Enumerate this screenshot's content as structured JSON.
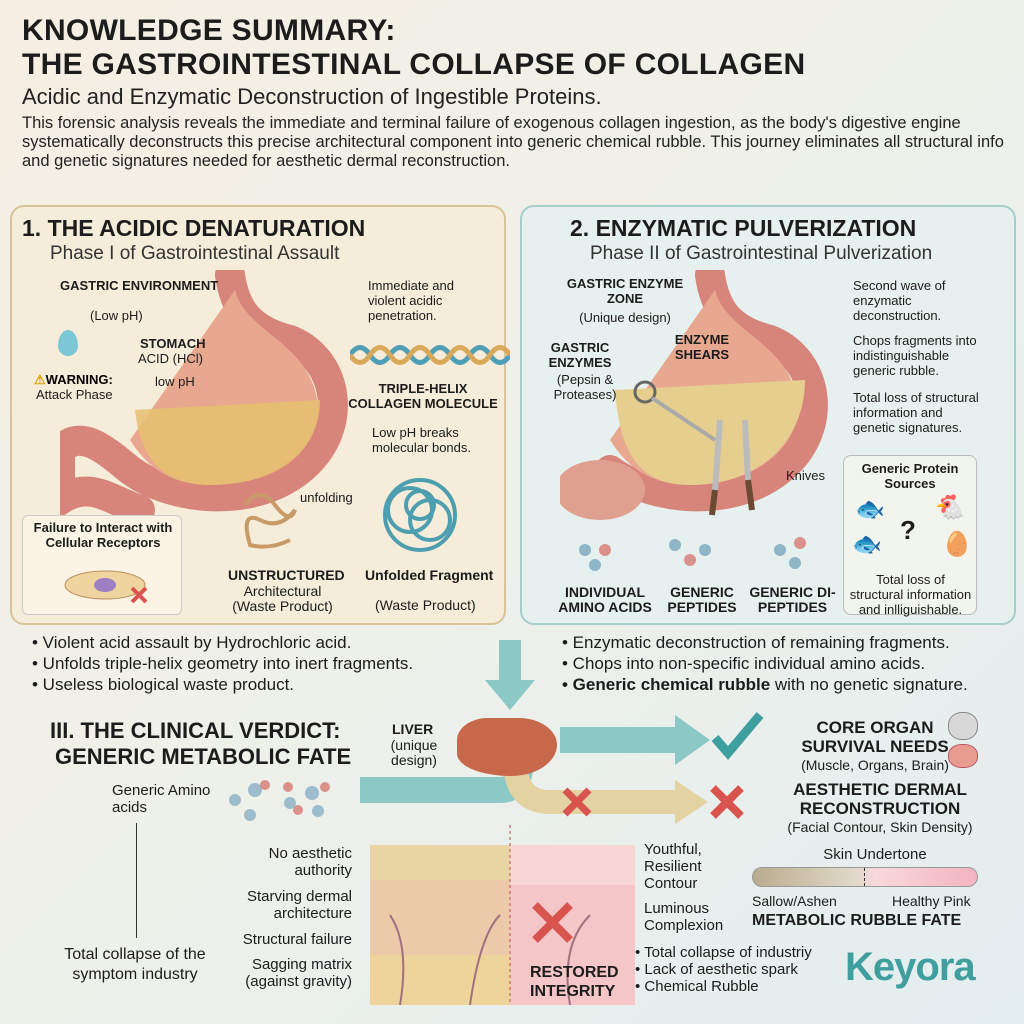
{
  "header": {
    "title_line1": "KNOWLEDGE SUMMARY:",
    "title_line2": "THE GASTROINTESTINAL COLLAPSE OF COLLAGEN",
    "subtitle": "Acidic and Enzymatic Deconstruction of Ingestible Proteins.",
    "intro": "This forensic analysis reveals the immediate and terminal failure of exogenous collagen ingestion, as the body's digestive engine systematically deconstructs this precise architectural component into generic chemical rubble. This journey eliminates all structural info and genetic signatures needed for aesthetic dermal reconstruction."
  },
  "panel1": {
    "title": "1. THE ACIDIC DENATURATION",
    "subtitle": "Phase I of Gastrointestinal Assault",
    "gastric_env": "GASTRIC ENVIRONMENT",
    "gastric_env_sub": "(Low pH)",
    "stomach_acid": "STOMACH",
    "stomach_acid2": "ACID (HCl)",
    "low_ph": "low pH",
    "warning": "WARNING:",
    "warning_sub": "Attack Phase",
    "immediate": "Immediate and violent acidic penetration.",
    "triple_helix": "TRIPLE-HELIX COLLAGEN MOLECULE",
    "low_ph_breaks": "Low pH breaks molecular bonds.",
    "unfolding": "unfolding",
    "failure": "Failure to Interact with Cellular Receptors",
    "unstructured": "UNSTRUCTURED",
    "unstructured_sub": "Architectural (Waste Product)",
    "unfolded": "Unfolded Fragment",
    "unfolded_sub": "(Waste Product)"
  },
  "panel2": {
    "title": "2. ENZYMATIC PULVERIZATION",
    "subtitle": "Phase II of Gastrointestinal Pulverization",
    "zone": "GASTRIC ENZYME ZONE",
    "zone_sub": "(Unique design)",
    "enzymes": "GASTRIC ENZYMES",
    "enzymes_sub": "(Pepsin & Proteases)",
    "shears": "ENZYME SHEARS",
    "knives": "Knives",
    "second_wave": "Second wave of enzymatic deconstruction.",
    "chops": "Chops fragments into indistinguishable generic rubble.",
    "total_loss": "Total loss of structural information and genetic signatures.",
    "sources_title": "Generic Protein Sources",
    "sources_note": "Total loss of structural information and inlliguishable.",
    "individual": "INDIVIDUAL AMINO ACIDS",
    "peptides": "GENERIC PEPTIDES",
    "dipeptides": "GENERIC DI-PEPTIDES"
  },
  "bullets_left": [
    "• Violent acid assault by Hydrochloric acid.",
    "• Unfolds triple-helix geometry into inert fragments.",
    "• Useless biological waste product."
  ],
  "bullets_right": {
    "b1": "• Enzymatic deconstruction of remaining fragments.",
    "b2": "• Chops into non-specific individual amino acids.",
    "b3_bold": "• Generic chemical rubble",
    "b3_rest": " with no genetic signature."
  },
  "verdict": {
    "title1": "III. THE CLINICAL VERDICT:",
    "title2": "GENERIC METABOLIC FATE",
    "liver": "LIVER",
    "liver_sub": "(unique design)",
    "amino": "Generic Amino acids",
    "collapse": "Total collapse of the symptom industry",
    "skin_labels": [
      "No aesthetic authority",
      "Starving dermal architecture",
      "Structural failure",
      "Sagging matrix (against gravity)"
    ],
    "core": "CORE ORGAN SURVIVAL NEEDS",
    "core_sub": "(Muscle, Organs, Brain)",
    "aesthetic": "AESTHETIC DERMAL RECONSTRUCTION",
    "aesthetic_sub": "(Facial Contour, Skin Density)",
    "youthful": "Youthful, Resilient Contour",
    "luminous": "Luminous Complexion",
    "restored": "RESTORED INTEGRITY",
    "bullets": [
      "• Total collapse of industriy",
      "• Lack of aesthetic spark",
      "• Chemical Rubble"
    ],
    "undertone": "Skin Undertone",
    "sallow": "Sallow/Ashen",
    "healthy": "Healthy Pink",
    "fate": "METABOLIC RUBBLE FATE",
    "logo": "Keyora"
  },
  "colors": {
    "teal": "#3f9e9e",
    "red": "#d9534f",
    "tan": "#e7d3a0"
  }
}
